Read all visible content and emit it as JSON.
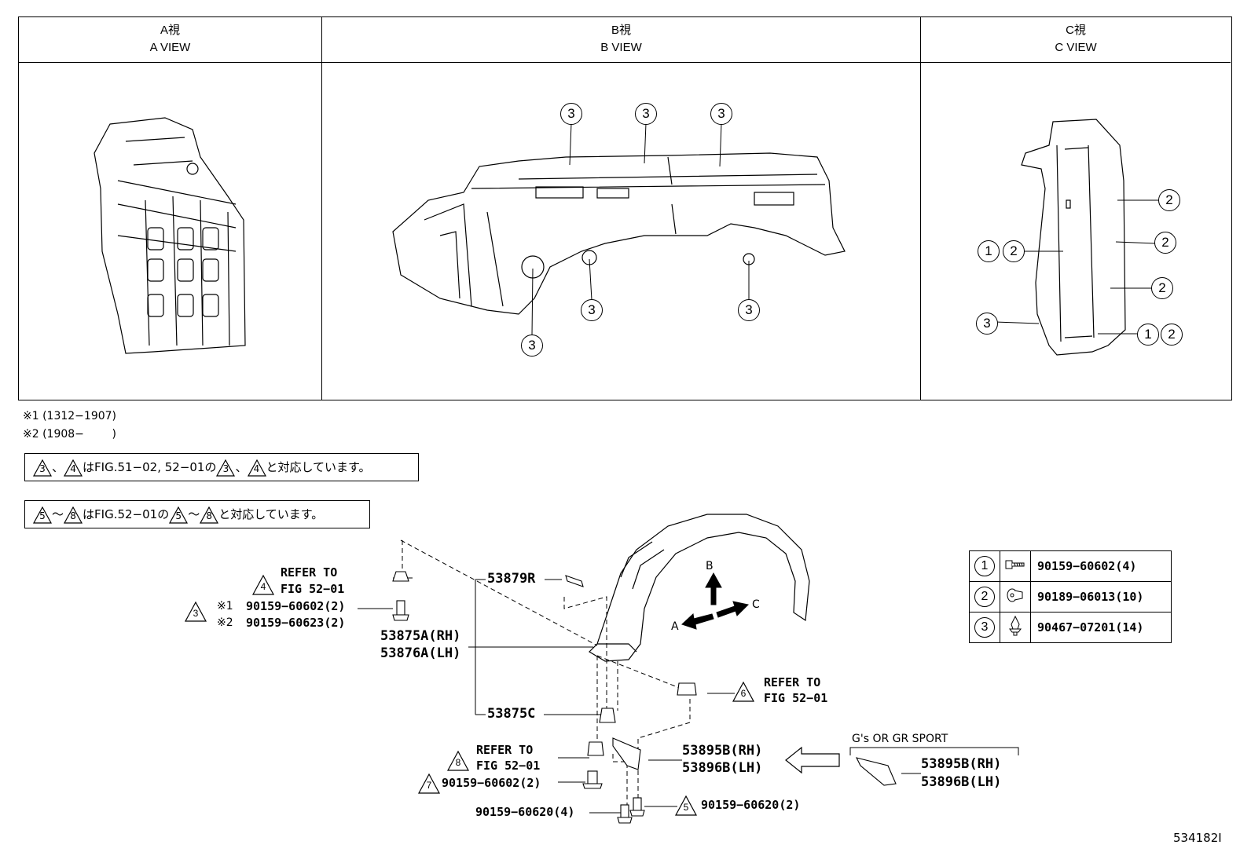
{
  "views": [
    {
      "jp": "A視",
      "en": "A VIEW"
    },
    {
      "jp": "B視",
      "en": "B VIEW"
    },
    {
      "jp": "C視",
      "en": "C VIEW"
    }
  ],
  "callout_numbers": {
    "one": "1",
    "two": "2",
    "three": "3"
  },
  "footnotes": {
    "note1": "※1 (1312−1907)",
    "note2": "※2 (1908−        )"
  },
  "box_notes": {
    "note_a_text1": "、",
    "note_a_text2": "はFIG.51−02, 52−01の",
    "note_a_text3": "、",
    "note_a_text4": "と対応しています。",
    "note_b_text1": "〜",
    "note_b_text2": "はFIG.52−01の",
    "note_b_text3": "〜",
    "note_b_text4": "と対応しています。",
    "tri3": "3",
    "tri4": "4",
    "tri5": "5",
    "tri8": "8"
  },
  "parts": {
    "refer_to": "REFER TO",
    "fig_52_01": "FIG 52−01",
    "tri4": "4",
    "tri3": "3",
    "tri6": "6",
    "tri8": "8",
    "tri7": "7",
    "tri5": "5",
    "mark1": "※1",
    "mark2": "※2",
    "p_60602_2": "90159−60602(2)",
    "p_60623_2": "90159−60623(2)",
    "p_53879R": "53879R",
    "p_53875A": "53875A(RH)",
    "p_53876A": "53876A(LH)",
    "p_53875C": "53875C",
    "p_53895B": "53895B(RH)",
    "p_53896B": "53896B(LH)",
    "p_60602_2b": "90159−60602(2)",
    "p_60620_4": "90159−60620(4)",
    "p_60620_2": "90159−60620(2)",
    "gs_label": "G's OR GR SPORT",
    "gs_53895B": "53895B(RH)",
    "gs_53896B": "53896B(LH)",
    "arrow_a": "A",
    "arrow_b": "B",
    "arrow_c": "C"
  },
  "legend": [
    {
      "num": "1",
      "icon": "screw-icon",
      "part": "90159−60602(4)"
    },
    {
      "num": "2",
      "icon": "grommet-icon",
      "part": "90189−06013(10)"
    },
    {
      "num": "3",
      "icon": "clip-icon",
      "part": "90467−07201(14)"
    }
  ],
  "ref_code": "534182I"
}
